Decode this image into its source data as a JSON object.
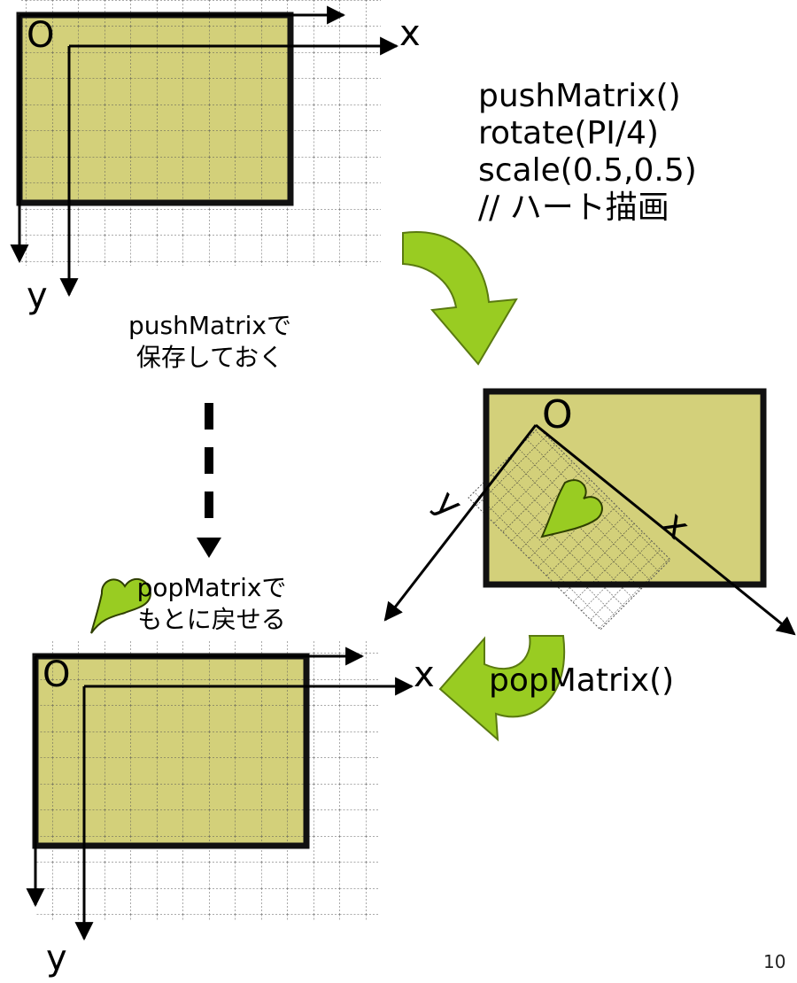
{
  "slide": {
    "page_number": "10",
    "code_lines": [
      "pushMatrix()",
      "rotate(PI/4)",
      "scale(0.5,0.5)",
      "// ハート描画"
    ],
    "push_note": [
      "pushMatrixで",
      "保存しておく"
    ],
    "pop_note": [
      "popMatrixで",
      "もとに戻せる"
    ],
    "pop_call": "popMatrix()",
    "diagrams": {
      "top": {
        "origin": "O",
        "x_axis": "x",
        "y_axis": "y"
      },
      "rotated": {
        "origin": "O",
        "x_axis": "x",
        "y_axis": "y"
      },
      "bottom": {
        "origin": "O",
        "x_axis": "x",
        "y_axis": "y"
      }
    }
  },
  "colors": {
    "fill": "#d3d07a",
    "grid_line": "#555555",
    "frame": "#111111",
    "heart": "#99cc22",
    "curved_arrow": "#99cc22",
    "curved_arrow_stroke": "#5a7a10"
  }
}
